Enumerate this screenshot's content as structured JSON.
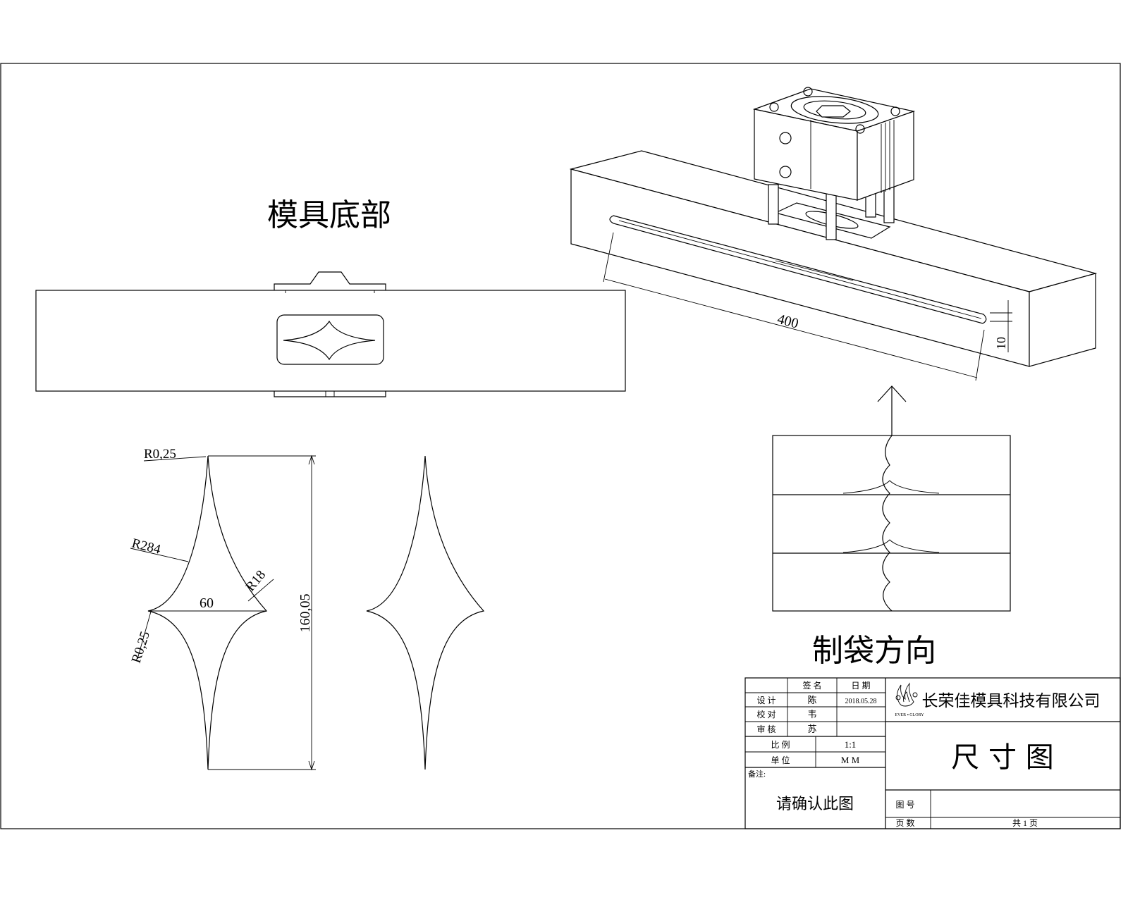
{
  "labels": {
    "mold_bottom_title": "模具底部",
    "bag_direction_title": "制袋方向",
    "confirm_note": "请确认此图"
  },
  "dimensions": {
    "length_400": "400",
    "depth_10": "10",
    "height_160": "160,05",
    "width_60": "60",
    "r_top": "R0,25",
    "r_left": "R0,25",
    "r_284": "R284",
    "r_18": "R18"
  },
  "title_block": {
    "company": "长荣佳模具科技有限公司",
    "logo_caption": "EVER ▪ GLORY",
    "drawing_title": "尺 寸 图",
    "header_sign": "签 名",
    "header_date": "日 期",
    "row_design_label": "设 计",
    "row_design_name": "陈",
    "row_design_date": "2018.05.28",
    "row_check_label": "校 对",
    "row_check_name": "韦",
    "row_approve_label": "审 核",
    "row_approve_name": "苏",
    "scale_label": "比 例",
    "scale_value": "1:1",
    "unit_label": "单 位",
    "unit_value": "M M",
    "remarks_label": "备注:",
    "drawing_no_label": "图 号",
    "page_label": "页 数",
    "page_value": "共 1 页"
  },
  "colors": {
    "line": "#000000",
    "background": "#ffffff"
  },
  "icons": {
    "logo": "flame-logo-icon",
    "arrow": "arrow-up-icon"
  }
}
